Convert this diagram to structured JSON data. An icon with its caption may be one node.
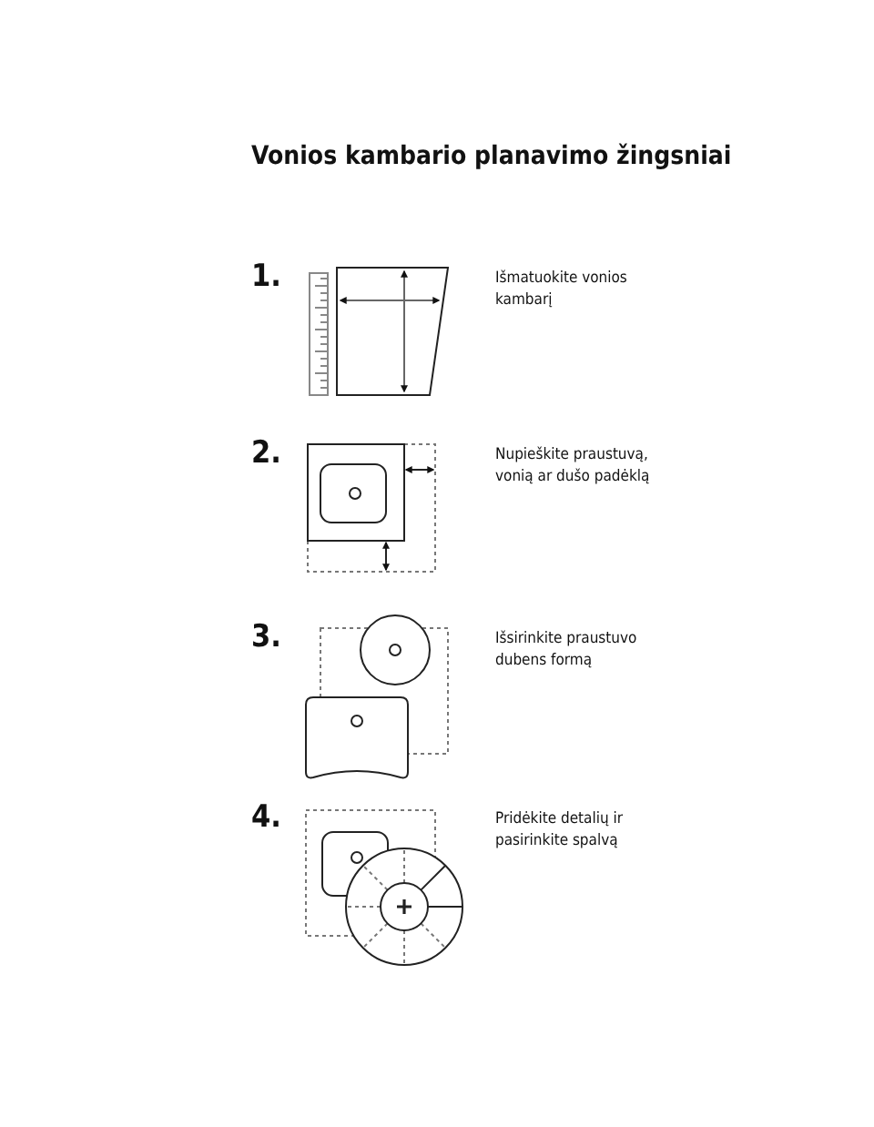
{
  "diagram": {
    "title": "Vonios kambario planavimo žingsniai",
    "labels": [
      "1.",
      "Išmatuokite vonios kambarį",
      "2.",
      "Nupieškite praustuvą, vonią ar dušo padėklą",
      "3.",
      "Išsirinkite praustuvo dubens formą",
      "4.",
      "Pridėkite detalių ir pasirinkite spalvą"
    ]
  }
}
